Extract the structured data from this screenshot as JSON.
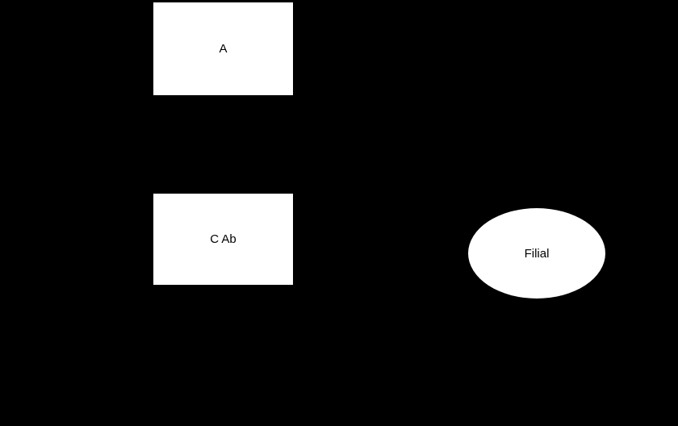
{
  "diagram": {
    "background_color": "#000000",
    "node_fill_color": "#ffffff",
    "node_text_color": "#000000",
    "nodes": [
      {
        "id": "a",
        "label": "A",
        "shape": "rectangle"
      },
      {
        "id": "c-ab",
        "label": "C Ab",
        "shape": "rectangle"
      },
      {
        "id": "filial",
        "label": "Filial",
        "shape": "ellipse"
      }
    ]
  }
}
